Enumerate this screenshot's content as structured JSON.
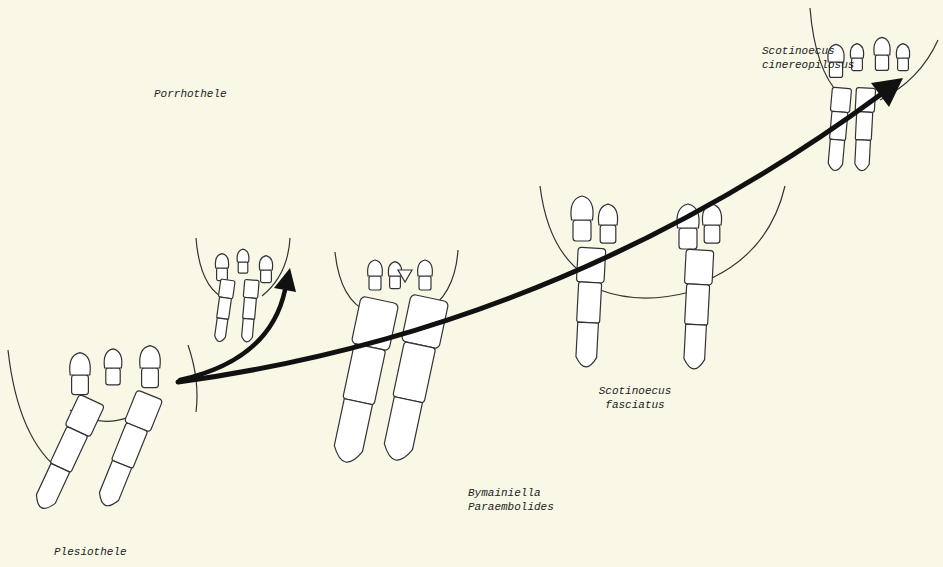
{
  "diagram": {
    "labels": [
      "Scotinoecus cinereopilosus",
      "Porrhothele",
      "Bymainiella Paraembolides",
      "Scotinoecus fasciatus",
      "Plesiothele"
    ]
  }
}
